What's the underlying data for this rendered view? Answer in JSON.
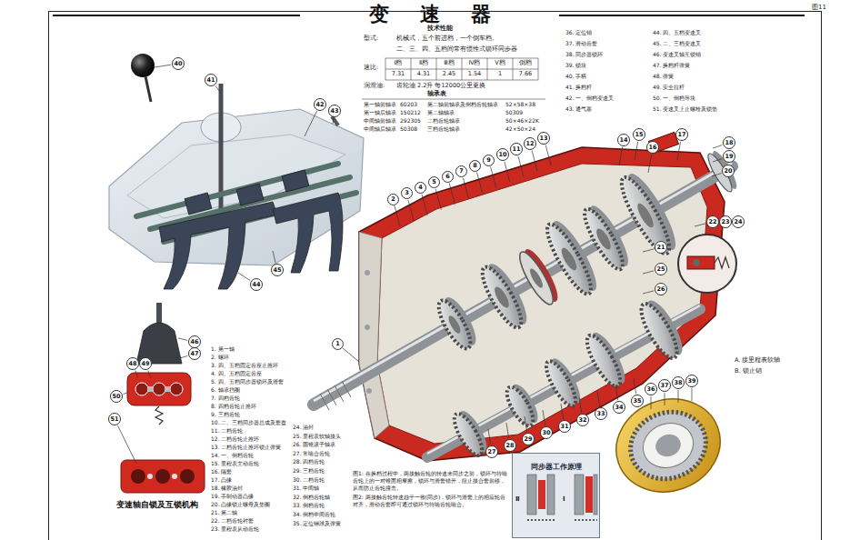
{
  "diagram": {
    "title": "变速器",
    "caption": "变速轴自锁及互锁机构",
    "nodes": [
      {
        "text": [
          "1"
        ]
      },
      {
        "text": [
          "2"
        ]
      },
      {
        "text": [
          "3"
        ]
      },
      {
        "text": [
          "4"
        ]
      },
      {
        "text": [
          "5"
        ]
      },
      {
        "text": [
          "6"
        ]
      },
      {
        "text": [
          "7"
        ]
      },
      {
        "text": [
          "8"
        ]
      },
      {
        "text": [
          "9"
        ]
      },
      {
        "text": [
          "10"
        ]
      },
      {
        "text": [
          "11"
        ]
      },
      {
        "text": [
          "12"
        ]
      },
      {
        "text": [
          "13"
        ]
      },
      {
        "text": [
          "14"
        ]
      },
      {
        "text": [
          "15"
        ]
      },
      {
        "text": [
          "16"
        ]
      },
      {
        "text": [
          "17"
        ]
      },
      {
        "text": [
          "18"
        ]
      },
      {
        "text": [
          "19"
        ]
      },
      {
        "text": [
          "20"
        ]
      },
      {
        "text": [
          "21"
        ]
      },
      {
        "text": [
          "22"
        ]
      },
      {
        "text": [
          "23"
        ]
      },
      {
        "text": [
          "24"
        ]
      },
      {
        "text": [
          "25"
        ]
      },
      {
        "text": [
          "26"
        ]
      },
      {
        "text": [
          "27"
        ]
      },
      {
        "text": [
          "28"
        ]
      },
      {
        "text": [
          "29"
        ]
      },
      {
        "text": [
          "30"
        ]
      },
      {
        "text": [
          "31"
        ]
      },
      {
        "text": [
          "32"
        ]
      },
      {
        "text": [
          "33"
        ]
      },
      {
        "text": [
          "34"
        ]
      },
      {
        "text": [
          "35"
        ]
      },
      {
        "text": [
          "36"
        ]
      },
      {
        "text": [
          "37"
        ]
      },
      {
        "text": [
          "38"
        ]
      },
      {
        "text": [
          "39"
        ]
      },
      {
        "text": [
          "40"
        ]
      },
      {
        "text": [
          "41"
        ]
      },
      {
        "text": [
          "42"
        ]
      },
      {
        "text": [
          "43"
        ]
      },
      {
        "text": [
          "44"
        ]
      },
      {
        "text": [
          "45"
        ]
      },
      {
        "text": [
          "46"
        ]
      },
      {
        "text": [
          "47"
        ]
      },
      {
        "text": [
          "48"
        ]
      },
      {
        "text": [
          "49"
        ]
      },
      {
        "text": [
          "50"
        ]
      },
      {
        "text": [
          "51"
        ]
      },
      {
        "text": [
          "同步器工作原理"
        ]
      }
    ],
    "labels": [
      "图11",
      "技术性能",
      "型式:",
      "机械式，五个前进档，一个倒车档。",
      "二、三、四、五档间常有惯性式锁环同步器",
      "速比:",
      "Ⅰ档",
      "Ⅱ档",
      "Ⅲ档",
      "Ⅳ档",
      "Ⅴ档",
      "倒档",
      "7.31",
      "4.31",
      "2.45",
      "1.54",
      "1",
      "7.66",
      "润滑油:",
      "齿轮油 2.2升 每12000公里更换",
      "轴承表",
      "第一轴前轴承",
      "60203",
      "第二轴前轴承及倒档齿轮轴承",
      "52×58×38",
      "第一轴后轴承",
      "150212",
      "第二轴轴承",
      "50309",
      "中间轴前轴承",
      "292305",
      "二档齿轮轴承",
      "50×46×22K",
      "中间轴后轴承",
      "50308",
      "三档齿轮轴承",
      "42×50×24",
      "1. 第一轴",
      "2. 螺环",
      "3. 四、五档固定齿座止推环",
      "4. 四、五档固定齿座",
      "5. 四、五档同步器锁环及滑套",
      "6. 轴承挡圈",
      "7. 四档齿轮",
      "8. 四档齿轮止推环",
      "9. 三档齿轮",
      "10. 二、三档同步器总成及套盘",
      "11. 二档齿轮",
      "12. 二档齿轮止推环",
      "13. 二档齿轮止推环锁止弹簧",
      "14. 一、倒档齿轮",
      "15. 里程表主动齿轮",
      "16. 隔套",
      "17. 凸缘",
      "18. 橡胶油封",
      "19. 手制动器凸缘",
      "20. 凸缘锁止螺母及垫圈",
      "21. 第二轴",
      "22. 二档齿轮衬套",
      "23. 里程表从动齿轮",
      "24. 油封",
      "25. 里程表软轴接头",
      "26. 圆锥滚子轴承",
      "27. 常啮合齿轮",
      "28. 四档齿轮",
      "29. 三档齿轮",
      "30. 二档齿轮",
      "31. 中间轴",
      "32. 倒档齿轮轴",
      "33. 倒档齿轮",
      "34. 倒档中间齿轮",
      "35. 定位钢球及弹簧",
      "36. 定位销",
      "37. 滑动齿套",
      "38. 同步器锁环",
      "39. 锁块",
      "40. 手柄",
      "41. 换档杆",
      "42. 一、倒档变速叉",
      "43. 通气塞",
      "44. 四、五档变速叉",
      "45. 二、三档变速叉",
      "46. 变速叉轴互锁销",
      "47. 换档杆弹簧",
      "48. 弹簧",
      "49. 安全拉杆",
      "50. 一、倒档导块",
      "51. 变速叉上止螺栓及锁垫",
      "A. 接里程表软轴",
      "B. 锁止销",
      "图1: 在换档过程中，两接触齿轮的转速未同步之前，锁环与待啮齿轮上的一对锥面相摩擦，锁环与滑套错开，阻止接合套前移，从而防止齿轮撞击。",
      "图2: 两接触齿轮转速趋于一致(同步)，锁环与滑套上的相应轮齿对齐，滑动齿套即可通过锁环与待啮齿轮啮合。",
      "Ⅱ",
      "Ⅰ"
    ]
  }
}
